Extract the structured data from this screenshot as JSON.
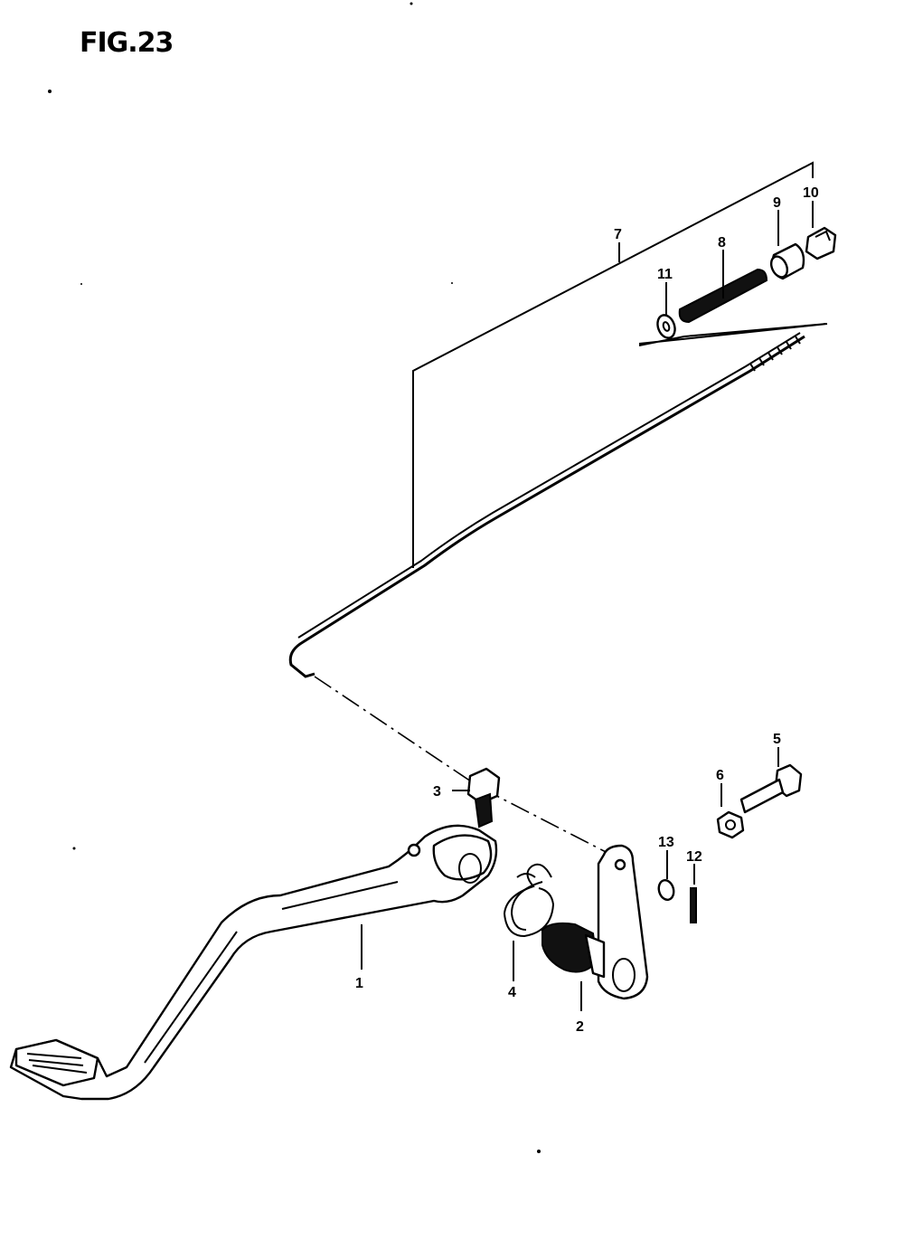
{
  "figure": {
    "title": "FIG.23"
  },
  "callouts": [
    {
      "id": "1",
      "label": "1"
    },
    {
      "id": "2",
      "label": "2"
    },
    {
      "id": "3",
      "label": "3"
    },
    {
      "id": "4",
      "label": "4"
    },
    {
      "id": "5",
      "label": "5"
    },
    {
      "id": "6",
      "label": "6"
    },
    {
      "id": "7",
      "label": "7"
    },
    {
      "id": "8",
      "label": "8"
    },
    {
      "id": "9",
      "label": "9"
    },
    {
      "id": "10",
      "label": "10"
    },
    {
      "id": "11",
      "label": "11"
    },
    {
      "id": "12",
      "label": "12"
    },
    {
      "id": "13",
      "label": "13"
    }
  ],
  "colors": {
    "ink": "#000000",
    "paper": "#ffffff"
  }
}
